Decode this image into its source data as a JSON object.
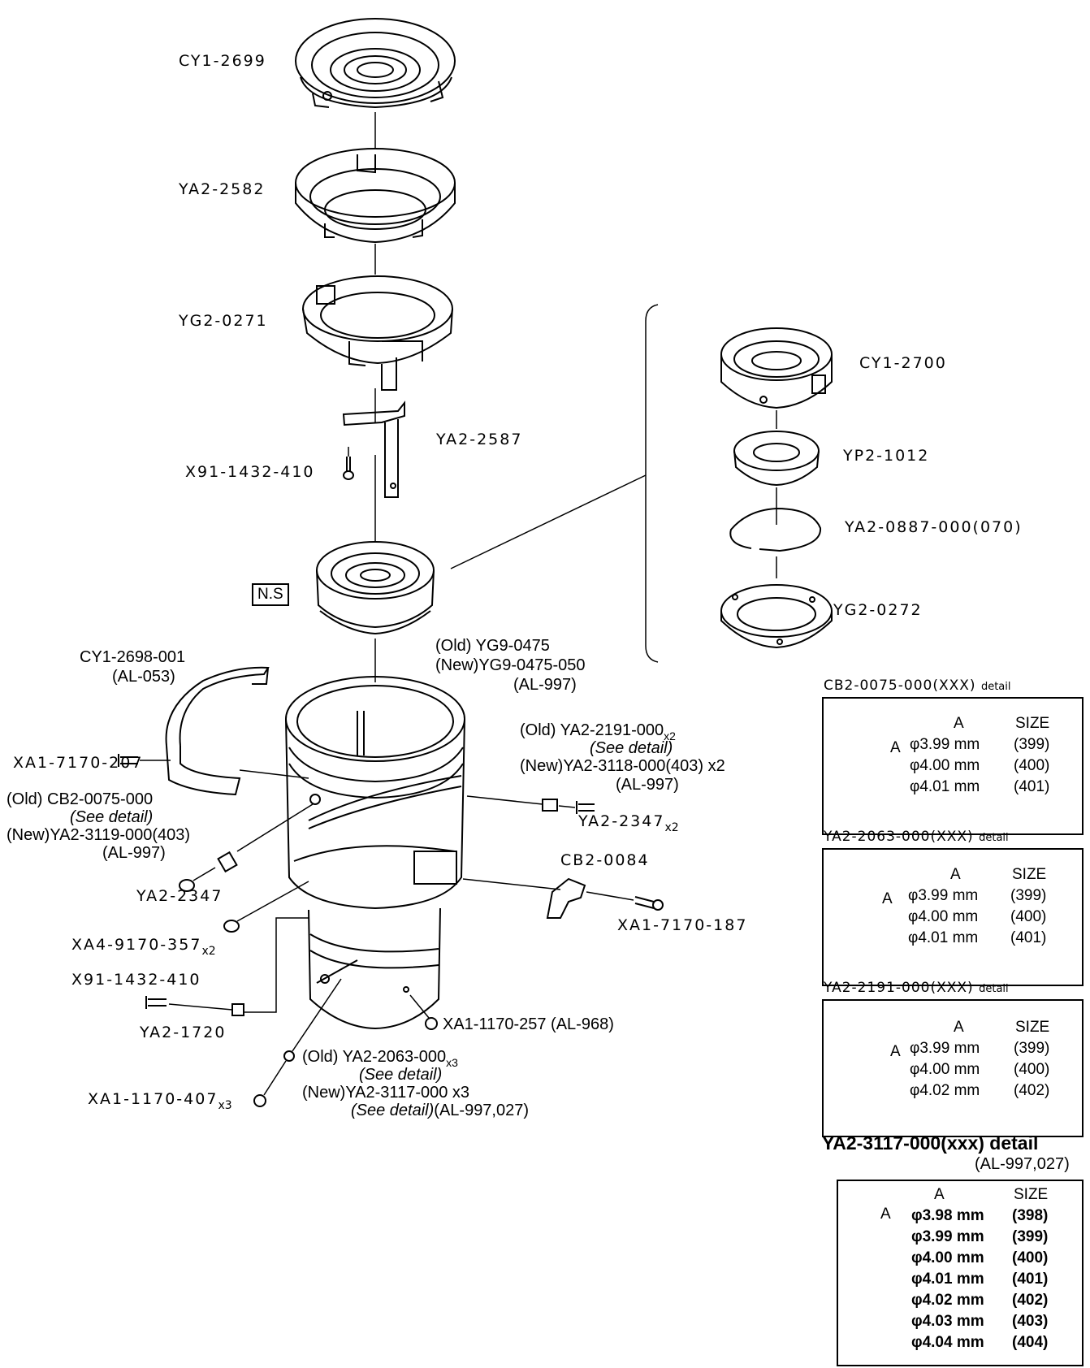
{
  "parts": {
    "cy1_2699": "CY1-2699",
    "ya2_2582": "YA2-2582",
    "yg2_0271": "YG2-0271",
    "ya2_2587": "YA2-2587",
    "x91_1432_410_top": "X91-1432-410",
    "ns": "N.S",
    "cy1_2698_001": "CY1-2698-001",
    "cy1_2698_al": "(AL-053)",
    "yg9_old": "(Old)  YG9-0475",
    "yg9_new": "(New)YG9-0475-050",
    "yg9_al": "(AL-997)",
    "xa1_7170_207": "XA1-7170-207",
    "cb2_old": "(Old)  CB2-0075-000",
    "cb2_see": "(See detail)",
    "cb2_new": "(New)YA2-3119-000(403)",
    "cb2_al": "(AL-997)",
    "ya2_2191_old": "(Old)  YA2-2191-000",
    "ya2_2191_mult": "x2",
    "ya2_2191_see": "(See detail)",
    "ya2_2191_new": "(New)YA2-3118-000(403) x2",
    "ya2_2191_al": "(AL-997)",
    "ya2_2347_r": "YA2-2347",
    "ya2_2347_r_mult": "x2",
    "ya2_2347_l": "YA2-2347",
    "cb2_0084": "CB2-0084",
    "xa1_7170_187": "XA1-7170-187",
    "xa4_9170_357": "XA4-9170-357",
    "xa4_mult": "x2",
    "x91_1432_410_bottom": "X91-1432-410",
    "ya2_1720": "YA2-1720",
    "xa1_1170_257": "XA1-1170-257 (AL-968)",
    "ya2_2063_old": "(Old)  YA2-2063-000",
    "ya2_2063_mult": "x3",
    "ya2_2063_see": "(See detail)",
    "ya2_2063_new": "(New)YA2-3117-000 x3",
    "ya2_2063_al_see": "(See detail)",
    "ya2_2063_al": "(AL-997,027)",
    "xa1_1170_407": "XA1-1170-407",
    "xa1_1170_407_mult": "x3",
    "cy1_2700": "CY1-2700",
    "yp2_1012": "YP2-1012",
    "ya2_0887": "YA2-0887-000(070)",
    "yg2_0272": "YG2-0272"
  },
  "details": [
    {
      "title": "CB2-0075-000(XXX)",
      "title_suffix": "detail",
      "col_a": "A",
      "col_size": "SIZE",
      "dim_label": "A",
      "rows": [
        {
          "a": "φ3.99 mm",
          "size": "(399)"
        },
        {
          "a": "φ4.00 mm",
          "size": "(400)"
        },
        {
          "a": "φ4.01 mm",
          "size": "(401)"
        }
      ]
    },
    {
      "title": "YA2-2063-000(XXX)",
      "title_suffix": "detail",
      "col_a": "A",
      "col_size": "SIZE",
      "dim_label": "A",
      "rows": [
        {
          "a": "φ3.99 mm",
          "size": "(399)"
        },
        {
          "a": "φ4.00 mm",
          "size": "(400)"
        },
        {
          "a": "φ4.01 mm",
          "size": "(401)"
        }
      ]
    },
    {
      "title": "YA2-2191-000(XXX)",
      "title_suffix": "detail",
      "col_a": "A",
      "col_size": "SIZE",
      "dim_label": "A",
      "rows": [
        {
          "a": "φ3.99 mm",
          "size": "(399)"
        },
        {
          "a": "φ4.00 mm",
          "size": "(400)"
        },
        {
          "a": "φ4.02 mm",
          "size": "(402)"
        }
      ]
    },
    {
      "title": "YA2-3117-000(xxx) detail",
      "subtitle": "(AL-997,027)",
      "col_a": "A",
      "col_size": "SIZE",
      "dim_label": "A",
      "rows": [
        {
          "a": "φ3.98 mm",
          "size": "(398)"
        },
        {
          "a": "φ3.99 mm",
          "size": "(399)"
        },
        {
          "a": "φ4.00 mm",
          "size": "(400)"
        },
        {
          "a": "φ4.01 mm",
          "size": "(401)"
        },
        {
          "a": "φ4.02 mm",
          "size": "(402)"
        },
        {
          "a": "φ4.03 mm",
          "size": "(403)"
        },
        {
          "a": "φ4.04 mm",
          "size": "(404)"
        }
      ]
    }
  ]
}
